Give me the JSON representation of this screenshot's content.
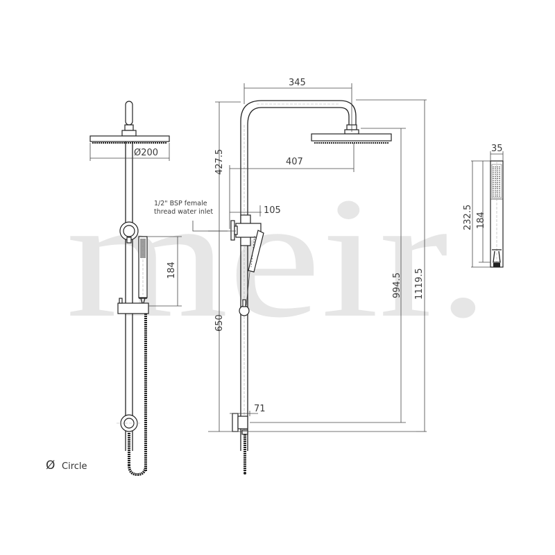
{
  "watermark": {
    "text": "meir."
  },
  "colors": {
    "line": "#222222",
    "dimension_text": "#3a3a3a",
    "watermark": "#e6e6e6",
    "background": "#ffffff"
  },
  "front_view": {
    "dimensions": {
      "head_diameter": "Ø200",
      "handshower_length": "184"
    }
  },
  "side_view": {
    "dimensions": {
      "arm_reach": "345",
      "head_projection": "407",
      "upper_height": "427.5",
      "lower_height": "650",
      "head_height": "994.5",
      "overall_height": "1119.5",
      "diverter_depth": "105",
      "bottom_bracket_depth": "71"
    },
    "notes": {
      "inlet_line1": "1/2\" BSP female",
      "inlet_line2": "thread water inlet"
    }
  },
  "handshower_detail": {
    "dimensions": {
      "width": "35",
      "overall_length": "232.5",
      "head_length": "184"
    }
  },
  "legend": {
    "symbol": "Ø",
    "label": "Circle"
  }
}
